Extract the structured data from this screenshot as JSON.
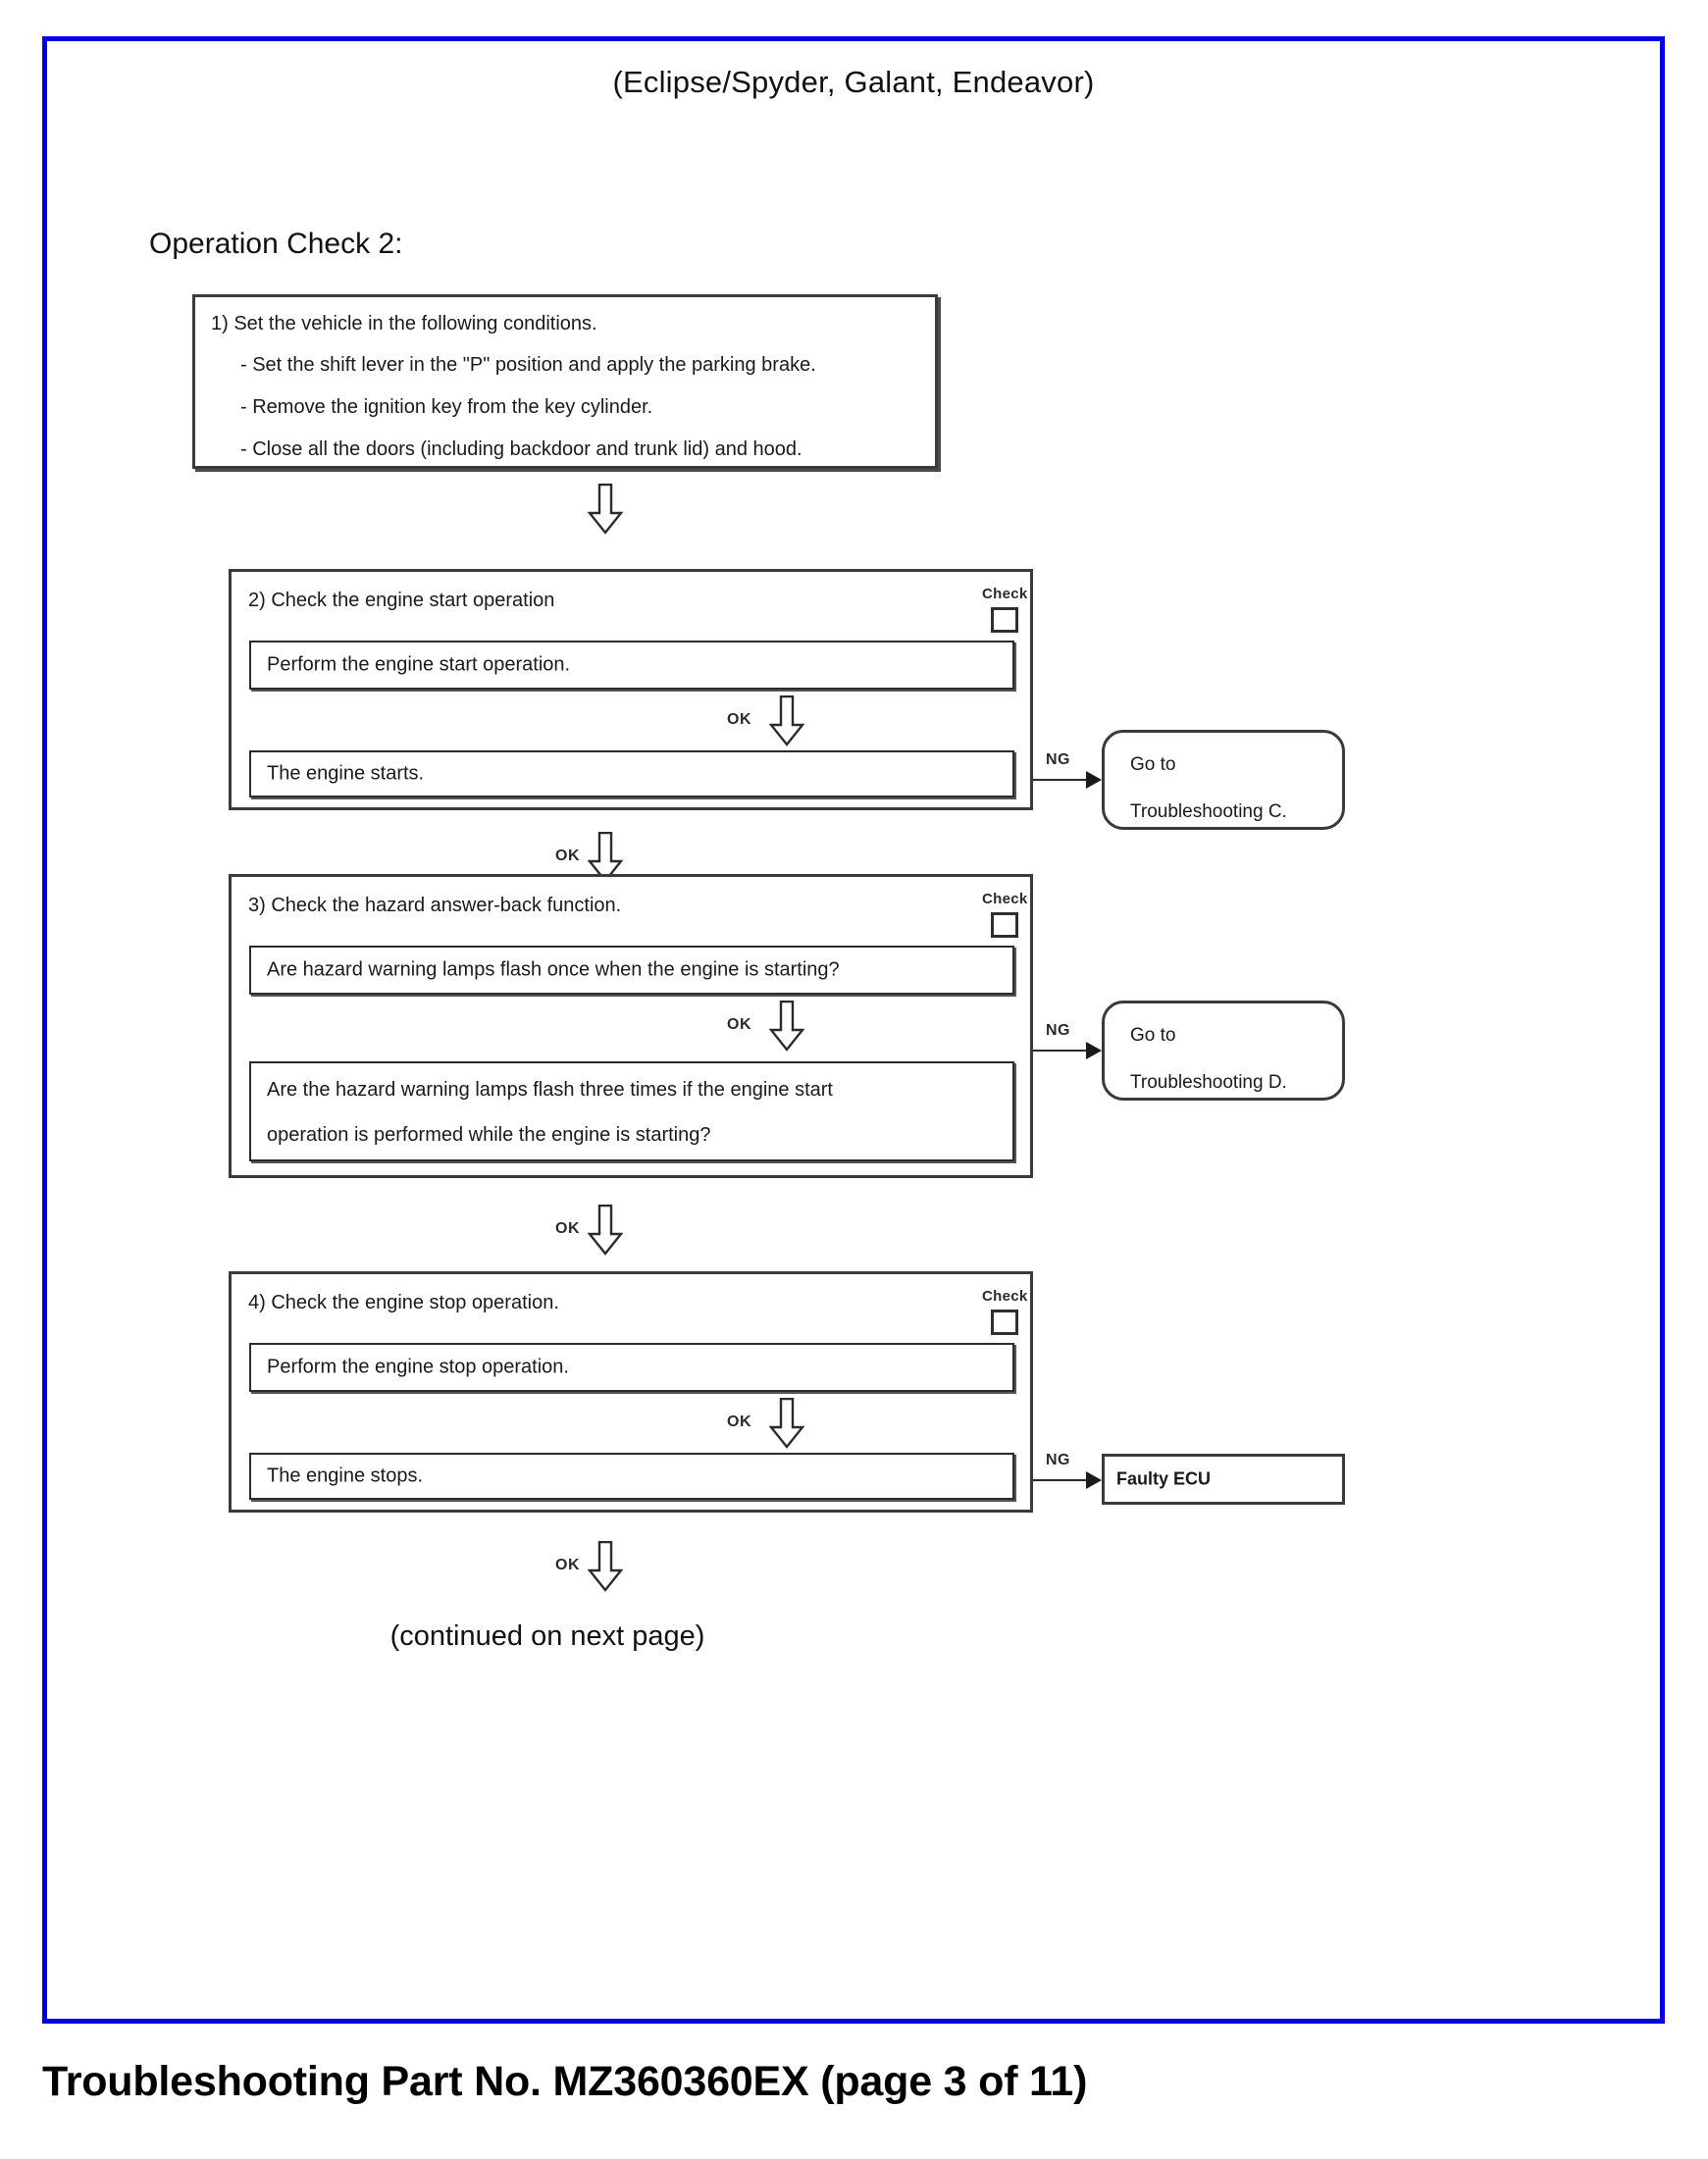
{
  "page": {
    "model_header": "(Eclipse/Spyder, Galant, Endeavor)",
    "section_title": "Operation Check 2:",
    "continued_note": "(continued on next page)",
    "footer": "Troubleshooting Part No. MZ360360EX (page 3 of 11)",
    "border_color": "#0000e6",
    "page_number": "3",
    "page_total": "11",
    "part_number": "MZ360360EX"
  },
  "labels": {
    "check": "Check",
    "ok": "OK",
    "ng": "NG"
  },
  "steps": [
    {
      "id": "step-1",
      "label": "1) Set the vehicle in the following conditions.",
      "conditions": [
        "- Set the shift lever in the \"P\" position and apply the parking brake.",
        "- Remove the ignition key from the key cylinder.",
        "- Close all the doors (including backdoor and trunk lid) and hood."
      ]
    },
    {
      "id": "step-2",
      "label": "2) Check the engine start operation",
      "check_label": "Check",
      "action": "Perform the engine start operation.",
      "result_line1": "The engine starts.",
      "ok_tag": "OK",
      "ng_tag": "NG",
      "branch": {
        "line1": "Go to",
        "line2": "Troubleshooting  C."
      }
    },
    {
      "id": "step-3",
      "label": "3) Check the hazard answer-back function.",
      "check_label": "Check",
      "action": "Are hazard warning lamps flash once when the engine is starting?",
      "result_line1": "Are the hazard warning lamps flash three times if the engine start",
      "result_line2": "operation is performed while the engine is starting?",
      "ok_tag": "OK",
      "ng_tag": "NG",
      "branch": {
        "line1": "Go to",
        "line2": "Troubleshooting  D."
      }
    },
    {
      "id": "step-4",
      "label": "4) Check the engine stop operation.",
      "check_label": "Check",
      "action": "Perform the engine stop operation.",
      "result_line1": "The engine stops.",
      "ok_tag": "OK",
      "ng_tag": "NG",
      "branch": {
        "line1": "Faulty ECU"
      }
    }
  ],
  "arrows": {
    "a1_ok": "",
    "a2_ok": "OK",
    "a3_ok": "OK",
    "a4_ok": "OK",
    "a5_ok": "OK",
    "a6_ok": "OK",
    "a7_ok": "OK"
  }
}
